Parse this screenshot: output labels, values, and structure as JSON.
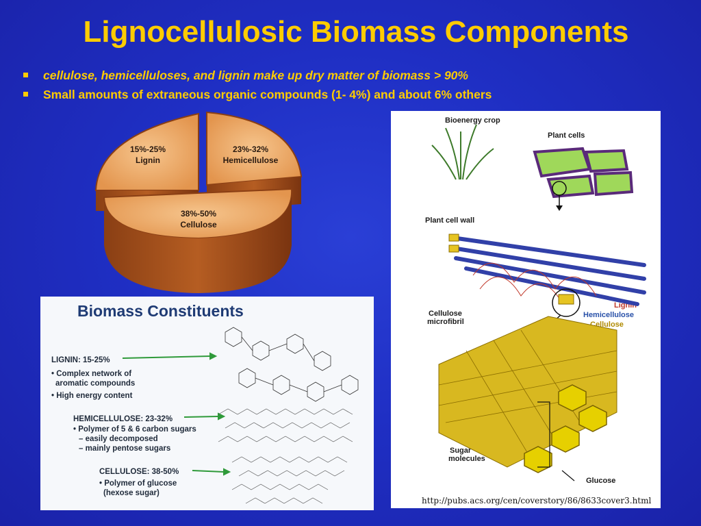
{
  "slide": {
    "title": "Lignocellulosic Biomass Components",
    "bullets": [
      "cellulose, hemicelluloses, and lignin make up dry matter of biomass > 90%",
      "Small amounts of extraneous organic compounds (1- 4%) and about 6% others"
    ]
  },
  "pie": {
    "slices": [
      {
        "range": "15%-25%",
        "name": "Lignin"
      },
      {
        "range": "23%-32%",
        "name": "Hemicellulose"
      },
      {
        "range": "38%-50%",
        "name": "Cellulose"
      }
    ]
  },
  "constituents": {
    "title": "Biomass Constituents",
    "lignin": {
      "heading": "LIGNIN: 15-25%",
      "points": [
        "Complex network of",
        "aromatic compounds",
        "High energy content"
      ]
    },
    "hemicellulose": {
      "heading": "HEMICELLULOSE: 23-32%",
      "points": [
        "Polymer of 5 & 6 carbon sugars",
        "easily decomposed",
        "mainly pentose sugars"
      ]
    },
    "cellulose": {
      "heading": "CELLULOSE: 38-50%",
      "points": [
        "Polymer of glucose",
        "(hexose sugar)"
      ]
    }
  },
  "diagram": {
    "labels": {
      "crop": "Bioenergy crop",
      "cells": "Plant cells",
      "wall": "Plant cell wall",
      "lignin": "Lignin",
      "hemicellulose": "Hemicellulose",
      "cellulose": "Cellulose",
      "microfibril_1": "Cellulose",
      "microfibril_2": "microfibril",
      "sugar_1": "Sugar",
      "sugar_2": "molecules",
      "glucose": "Glucose"
    },
    "source_url": "http://pubs.acs.org/cen/coverstory/86/8633cover3.html"
  },
  "colors": {
    "accent": "#ffcc00",
    "background": "#1f2fc4",
    "card_title": "#1f3b74"
  }
}
